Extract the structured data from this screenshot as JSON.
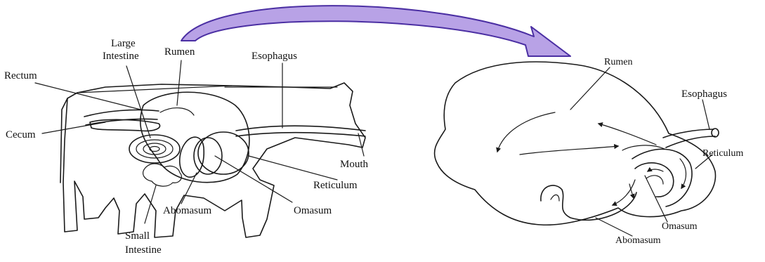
{
  "colors": {
    "arrow_fill": "#b8a2e6",
    "arrow_stroke": "#4b2fa3",
    "ink": "#1a1a1a",
    "background": "#ffffff"
  },
  "left_diagram": {
    "labels": {
      "large_intestine_line1": "Large",
      "large_intestine_line2": "Intestine",
      "rumen": "Rumen",
      "esophagus": "Esophagus",
      "rectum": "Rectum",
      "cecum": "Cecum",
      "mouth": "Mouth",
      "reticulum": "Reticulum",
      "abomasum": "Abomasum",
      "omasum": "Omasum",
      "small_intestine_line1": "Small",
      "small_intestine_line2": "Intestine"
    }
  },
  "right_diagram": {
    "labels": {
      "rumen": "Rumen",
      "esophagus": "Esophagus",
      "reticulum": "Reticulum",
      "omasum": "Omasum",
      "abomasum": "Abomasum"
    }
  }
}
